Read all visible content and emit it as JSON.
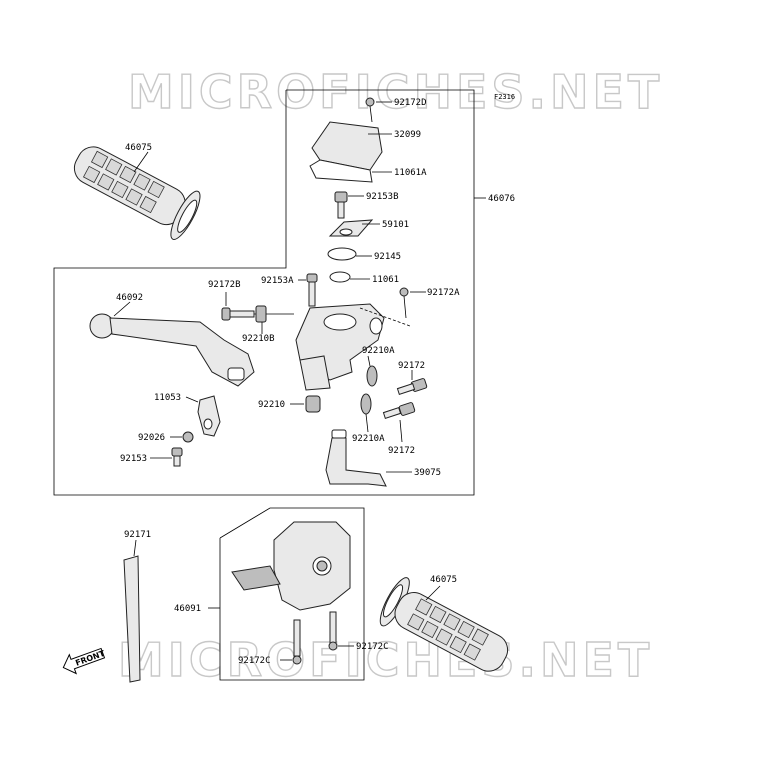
{
  "diagram_code": "F2316",
  "watermark": "MICROFICHES.NET",
  "front_label": "FRONT",
  "parts": {
    "p92172D": "92172D",
    "p32099": "32099",
    "p11061A": "11061A",
    "p92153B": "92153B",
    "p59101": "59101",
    "p92145": "92145",
    "p92153A": "92153A",
    "p11061": "11061",
    "p92172A": "92172A",
    "p46076": "46076",
    "p46075_top": "46075",
    "p46092": "46092",
    "p92172B": "92172B",
    "p92210B": "92210B",
    "p92210A_1": "92210A",
    "p92172_1": "92172",
    "p11053": "11053",
    "p92210": "92210",
    "p92026": "92026",
    "p92210A_2": "92210A",
    "p92153": "92153",
    "p92172_2": "92172",
    "p39075": "39075",
    "p92171": "92171",
    "p46091": "46091",
    "p46075_bottom": "46075",
    "p92172C_1": "92172C",
    "p92172C_2": "92172C"
  }
}
